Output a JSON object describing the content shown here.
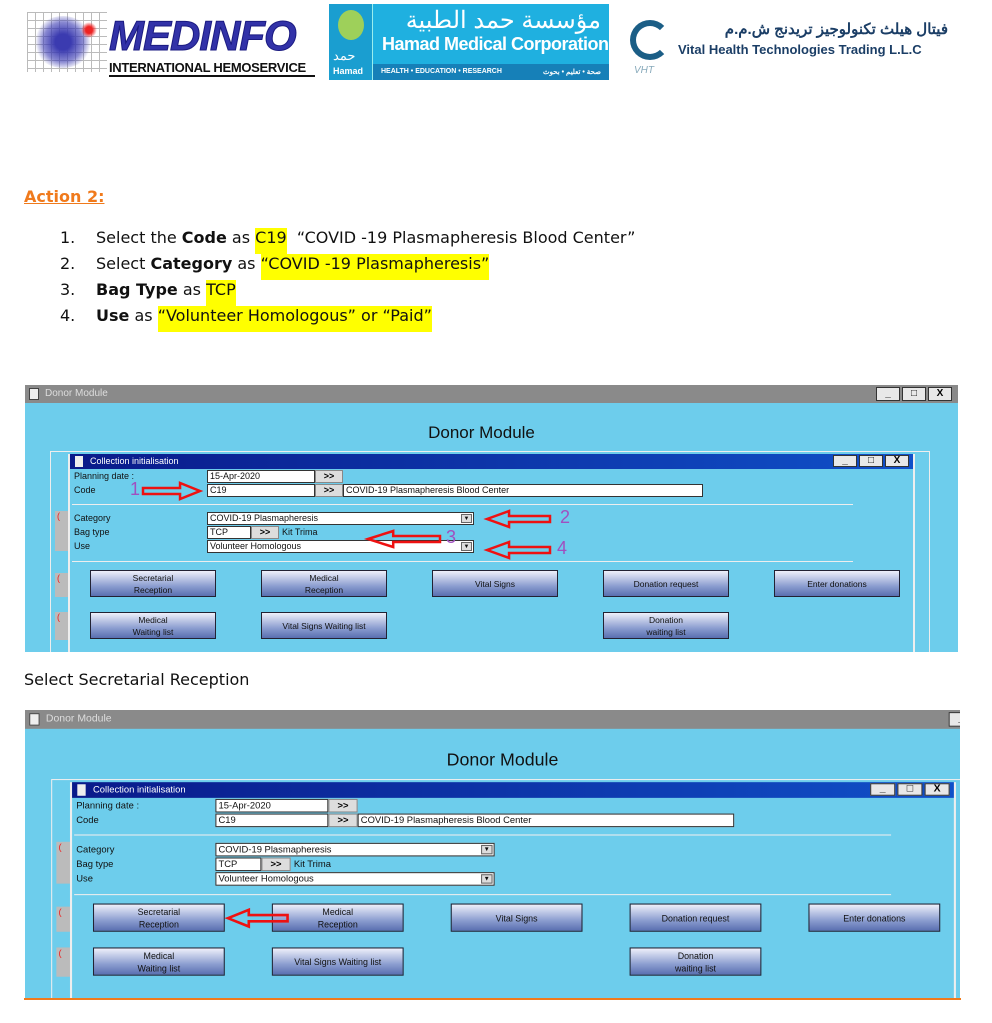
{
  "logos": {
    "medinfo": {
      "title": "MEDINFO",
      "subtitle": "INTERNATIONAL HEMOSERVICE"
    },
    "hmc": {
      "arabic": "مؤسسة حمد الطبية",
      "english": "Hamad Medical Corporation",
      "arabic_short": "حمد",
      "short": "Hamad",
      "tagline_en": "HEALTH • EDUCATION • RESEARCH",
      "tagline_ar": "صحة • تعليم • بحوث"
    },
    "vht": {
      "arabic": "فيتال هيلث تكنولوجيز تريدنج ش.م.م",
      "english": "Vital Health Technologies Trading L.L.C",
      "abbr": "VHT"
    }
  },
  "action": {
    "title": "Action 2:",
    "steps": [
      {
        "num": "1.",
        "pre": "Select the ",
        "bold": "Code",
        "mid": " as ",
        "hl": "C19",
        "post": "  “COVID -19 Plasmapheresis Blood Center”"
      },
      {
        "num": "2.",
        "pre": "Select ",
        "bold": "Category",
        "mid": " as ",
        "hl": "“COVID -19 Plasmapheresis”",
        "post": ""
      },
      {
        "num": "3.",
        "pre": "",
        "bold": "Bag Type",
        "mid": " as ",
        "hl": "TCP",
        "post": ""
      },
      {
        "num": "4.",
        "pre": "",
        "bold": "Use",
        "mid": " as ",
        "hl": "“Volunteer Homologous” or “Paid”",
        "post": ""
      }
    ]
  },
  "caption": "Select Secretarial Reception",
  "app": {
    "window_title": "Donor Module",
    "heading": "Donor Module",
    "dialog_title": "Collection initialisation",
    "win_min": "_",
    "win_max": "□",
    "win_close": "X",
    "labels": {
      "planning_date": "Planning date :",
      "code": "Code",
      "category": "Category",
      "bag_type": "Bag type",
      "use": "Use"
    },
    "values": {
      "planning_date": "15-Apr-2020",
      "code": "C19",
      "code_desc": "COVID-19 Plasmapheresis Blood Center",
      "category": "COVID-19 Plasmapheresis",
      "bag_type": "TCP",
      "bag_desc": "Kit Trima",
      "use": "Volunteer Homologous"
    },
    "arrow_btn": ">>",
    "dropdown": "▼",
    "buttons": [
      "Secretarial\nReception",
      "Medical\nReception",
      "Vital Signs",
      "Donation request",
      "Enter donations",
      "Medical\nWaiting list",
      "Vital Signs Waiting list",
      "Donation\nwaiting list"
    ],
    "annotations": [
      "1",
      "2",
      "3",
      "4"
    ]
  }
}
